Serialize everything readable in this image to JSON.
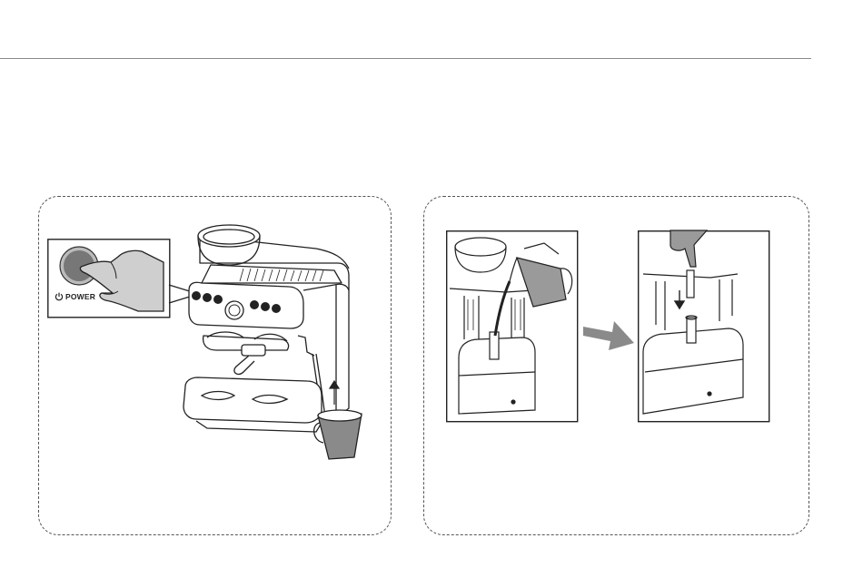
{
  "document": {
    "steps": [
      {
        "id": "step-power-on",
        "callout": {
          "button_label": "POWER",
          "icon": "power-icon"
        },
        "illustration": "espresso-machine-icon",
        "accent_fill": "#8a8a8a"
      },
      {
        "id": "step-fill-tank",
        "illustrations": [
          "water-tank-pour-icon",
          "arrow-right-icon",
          "water-filter-insert-icon"
        ],
        "accent_fill": "#9a9a9a"
      }
    ]
  }
}
